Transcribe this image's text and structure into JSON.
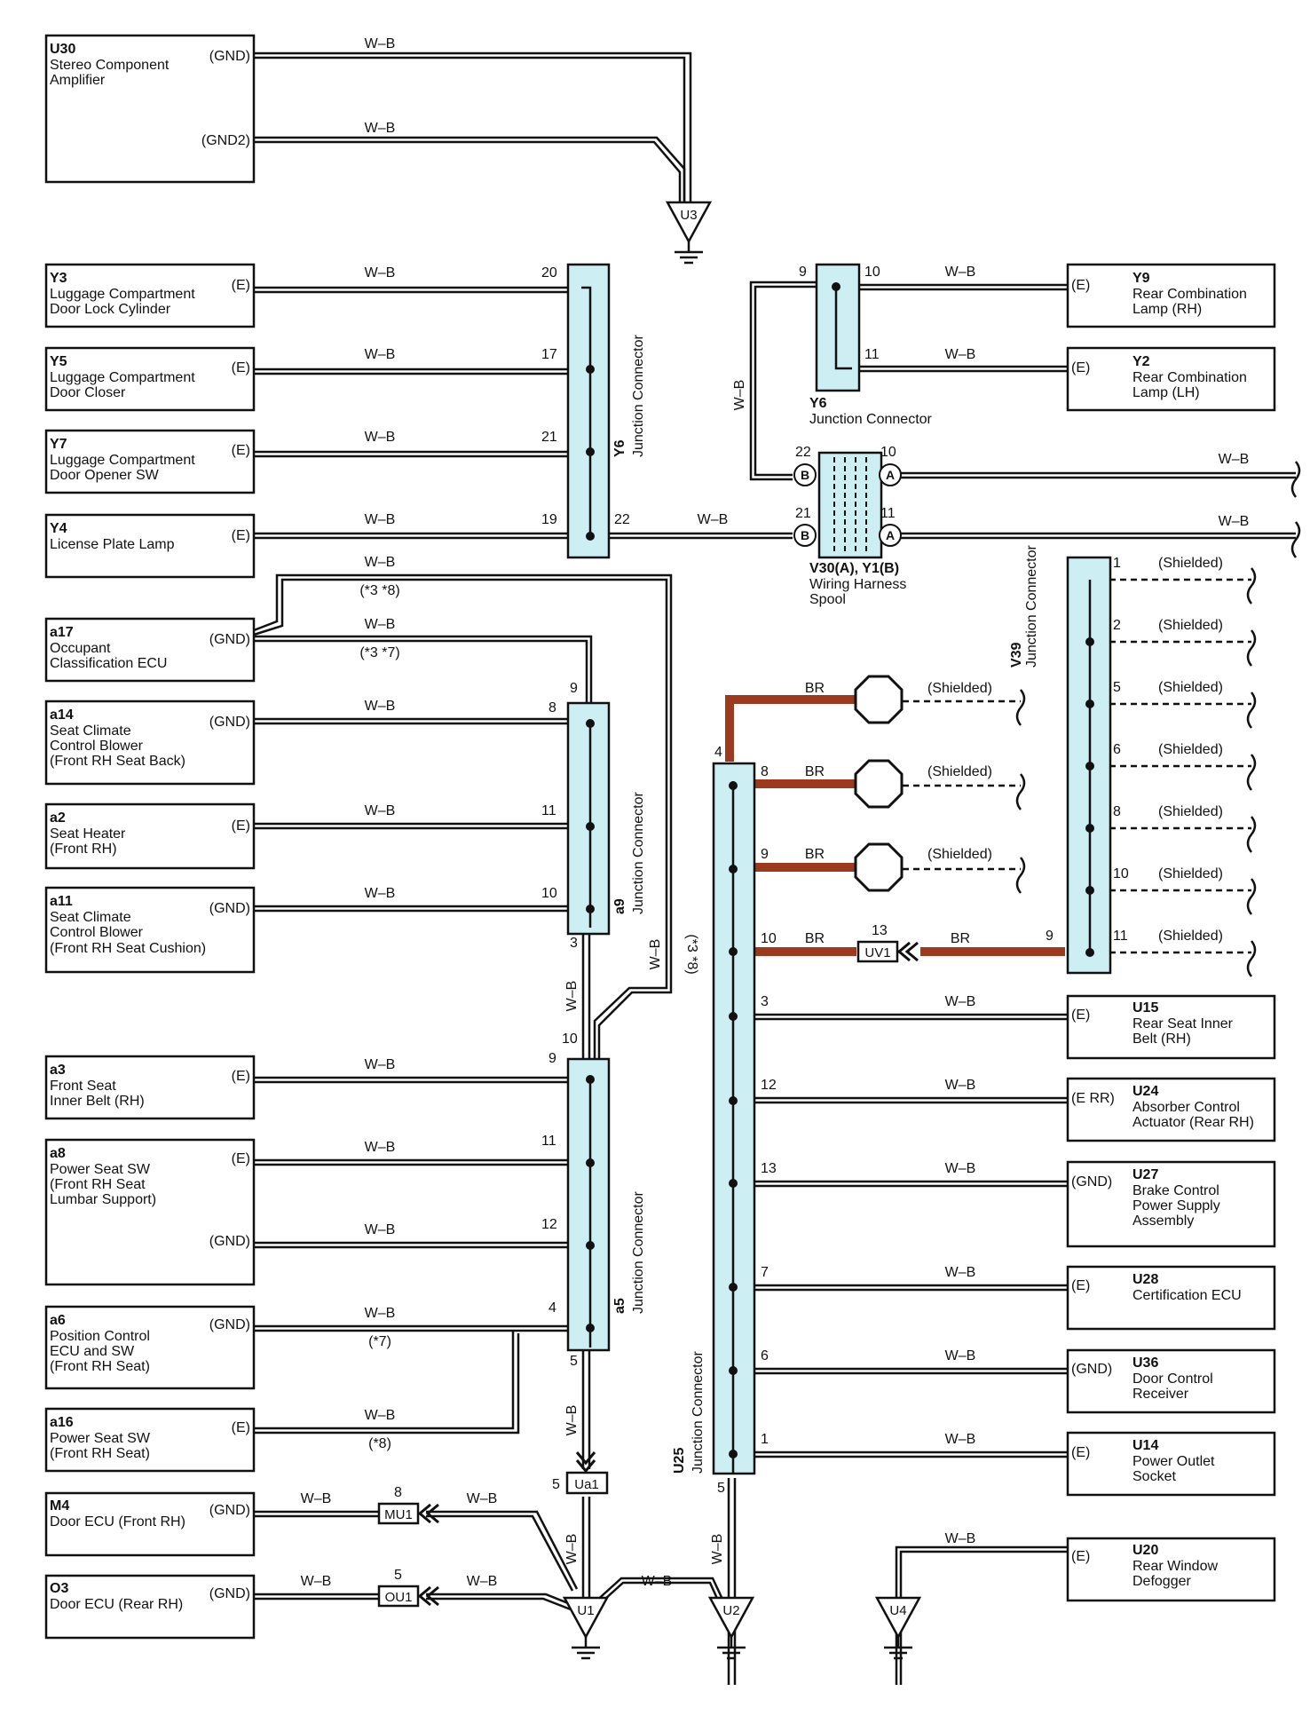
{
  "colors": {
    "wb_wire": "#111111",
    "br_wire": "#9b3a1e",
    "junction_fill": "#cdeef2",
    "ground": "#111111"
  },
  "wire_codes": {
    "wb": "W–B",
    "br": "BR"
  },
  "shield_label": "(Shielded)",
  "notes": {
    "n38": "(*3 *8)",
    "n37": "(*3 *7)",
    "n7": "(*7)",
    "n8": "(*8)"
  },
  "left_components": [
    {
      "id": "U30",
      "name": [
        "Stereo Component",
        "Amplifier"
      ],
      "terminals": [
        "(GND)",
        "(GND2)"
      ]
    },
    {
      "id": "Y3",
      "name": [
        "Luggage Compartment",
        "Door Lock Cylinder"
      ],
      "terminals": [
        "(E)"
      ]
    },
    {
      "id": "Y5",
      "name": [
        "Luggage Compartment",
        "Door Closer"
      ],
      "terminals": [
        "(E)"
      ]
    },
    {
      "id": "Y7",
      "name": [
        "Luggage Compartment",
        "Door Opener SW"
      ],
      "terminals": [
        "(E)"
      ]
    },
    {
      "id": "Y4",
      "name": [
        "License Plate Lamp"
      ],
      "terminals": [
        "(E)"
      ]
    },
    {
      "id": "a17",
      "name": [
        "Occupant",
        "Classification ECU"
      ],
      "terminals": [
        "(GND)"
      ]
    },
    {
      "id": "a14",
      "name": [
        "Seat Climate",
        "Control Blower",
        "(Front RH Seat Back)"
      ],
      "terminals": [
        "(GND)"
      ]
    },
    {
      "id": "a2",
      "name": [
        "Seat Heater",
        "(Front RH)"
      ],
      "terminals": [
        "(E)"
      ]
    },
    {
      "id": "a11",
      "name": [
        "Seat Climate",
        "Control Blower",
        "(Front RH Seat Cushion)"
      ],
      "terminals": [
        "(GND)"
      ]
    },
    {
      "id": "a3",
      "name": [
        "Front Seat",
        "Inner Belt (RH)"
      ],
      "terminals": [
        "(E)"
      ]
    },
    {
      "id": "a8",
      "name": [
        "Power Seat SW",
        "(Front RH Seat",
        " Lumbar Support)"
      ],
      "terminals": [
        "(E)",
        "(GND)"
      ]
    },
    {
      "id": "a6",
      "name": [
        "Position Control",
        "ECU and SW",
        "(Front RH Seat)"
      ],
      "terminals": [
        "(GND)"
      ]
    },
    {
      "id": "a16",
      "name": [
        "Power Seat SW",
        "(Front RH Seat)"
      ],
      "terminals": [
        "(E)"
      ]
    },
    {
      "id": "M4",
      "name": [
        "Door ECU (Front RH)"
      ],
      "terminals": [
        "(GND)"
      ]
    },
    {
      "id": "O3",
      "name": [
        "Door ECU (Rear RH)"
      ],
      "terminals": [
        "(GND)"
      ]
    }
  ],
  "right_components": [
    {
      "id": "Y9",
      "name": [
        "Rear Combination",
        "Lamp (RH)"
      ],
      "terminals": [
        "(E)"
      ]
    },
    {
      "id": "Y2",
      "name": [
        "Rear Combination",
        "Lamp (LH)"
      ],
      "terminals": [
        "(E)"
      ]
    },
    {
      "id": "U15",
      "name": [
        "Rear Seat Inner",
        "Belt (RH)"
      ],
      "terminals": [
        "(E)"
      ]
    },
    {
      "id": "U24",
      "name": [
        "Absorber Control",
        "Actuator (Rear RH)"
      ],
      "terminals": [
        "(E RR)"
      ]
    },
    {
      "id": "U27",
      "name": [
        "Brake Control",
        "Power Supply",
        "Assembly"
      ],
      "terminals": [
        "(GND)"
      ]
    },
    {
      "id": "U28",
      "name": [
        "Certification ECU"
      ],
      "terminals": [
        "(E)"
      ]
    },
    {
      "id": "U36",
      "name": [
        "Door Control",
        "Receiver"
      ],
      "terminals": [
        "(GND)"
      ]
    },
    {
      "id": "U14",
      "name": [
        "Power Outlet",
        "Socket"
      ],
      "terminals": [
        "(E)"
      ]
    },
    {
      "id": "U20",
      "name": [
        "Rear Window",
        "Defogger"
      ],
      "terminals": [
        "(E)"
      ]
    }
  ],
  "junctions": {
    "Y6_left": {
      "id": "Y6",
      "label": "Junction Connector",
      "pins": [
        "20",
        "17",
        "21",
        "19",
        "22"
      ]
    },
    "Y6_small": {
      "id": "Y6",
      "label": "Junction Connector",
      "pins": [
        "9",
        "10",
        "11"
      ]
    },
    "spool": {
      "id": "V30(A), Y1(B)",
      "label": [
        "Wiring Harness",
        "Spool"
      ],
      "pins": [
        "22",
        "10",
        "21",
        "11"
      ],
      "letters": [
        "B",
        "A"
      ]
    },
    "V39": {
      "id": "V39",
      "label": "Junction Connector",
      "pins": [
        "1",
        "2",
        "5",
        "6",
        "8",
        "10",
        "11",
        "9"
      ]
    },
    "a9": {
      "id": "a9",
      "label": "Junction Connector",
      "pins": [
        "9",
        "8",
        "11",
        "10",
        "3"
      ]
    },
    "a5": {
      "id": "a5",
      "label": "Junction Connector",
      "pins": [
        "10",
        "9",
        "11",
        "12",
        "4",
        "5"
      ]
    },
    "U25": {
      "id": "U25",
      "label": "Junction Connector",
      "pins": [
        "4",
        "8",
        "9",
        "10",
        "3",
        "12",
        "13",
        "7",
        "6",
        "1",
        "5"
      ]
    }
  },
  "connectors": {
    "UV1": {
      "id": "UV1",
      "pin": "13"
    },
    "Ua1": {
      "id": "Ua1",
      "pin": "5"
    },
    "MU1": {
      "id": "MU1",
      "pin": "8"
    },
    "OU1": {
      "id": "OU1",
      "pin": "5"
    }
  },
  "grounds": [
    "U3",
    "U1",
    "U2",
    "U4"
  ]
}
